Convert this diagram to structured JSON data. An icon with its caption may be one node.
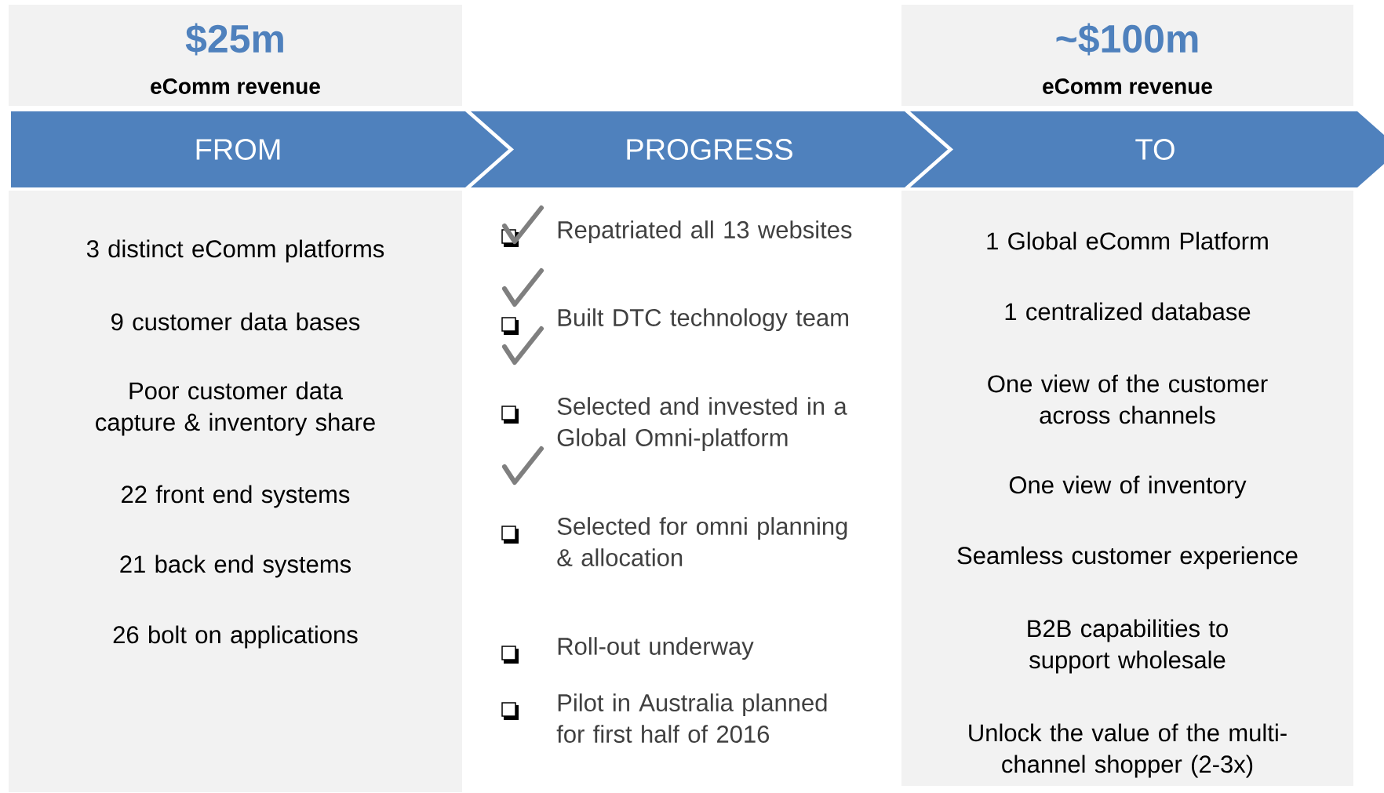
{
  "diagram": {
    "nodes": [
      {
        "text": [
          "$25m",
          "eComm revenue"
        ]
      },
      {
        "text": [
          "~$100m",
          "eComm revenue"
        ]
      },
      {
        "text": [
          "FROM"
        ]
      },
      {
        "text": [
          "PROGRESS"
        ]
      },
      {
        "text": [
          "TO"
        ]
      },
      {
        "text": [
          "3 distinct eComm platforms",
          "9 customer data bases",
          "Poor customer data capture & inventory share",
          "22 front end systems",
          "21 back end systems",
          "26 bolt on applications"
        ]
      },
      {
        "text": [
          "1 Global eComm Platform",
          "1 centralized database",
          "One view of the customer across channels",
          "One view of inventory",
          "Seamless customer experience",
          "B2B capabilities to support wholesale",
          "Unlock the value of the multi-channel shopper (2-3x)"
        ]
      }
    ],
    "labels": [
      "Repatriated all 13 websites",
      "Built DTC technology team",
      "Selected and invested in a Global Omni-platform",
      "Selected for omni planning & allocation",
      "Roll-out underway",
      "Pilot  in Australia planned for first half of 2016"
    ]
  }
}
